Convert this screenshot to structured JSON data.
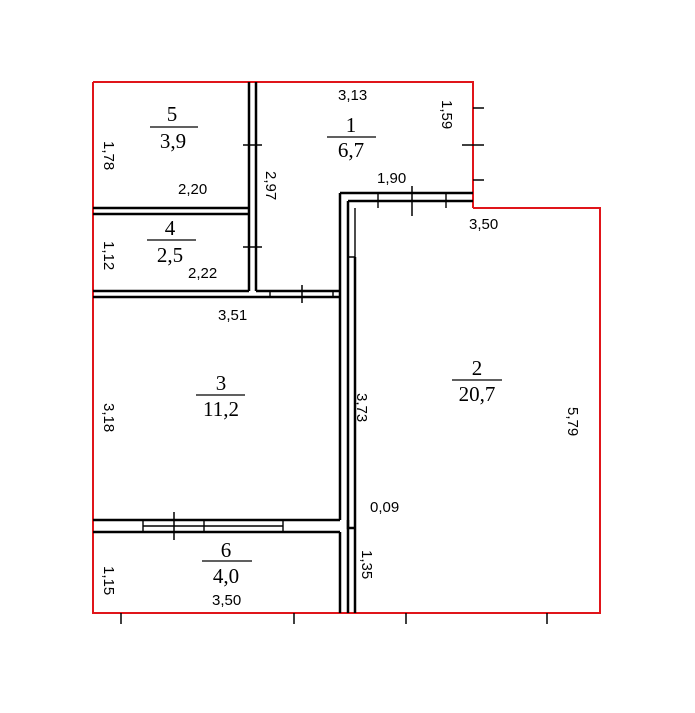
{
  "rooms": [
    {
      "number": "1",
      "area": "6,7"
    },
    {
      "number": "2",
      "area": "20,7"
    },
    {
      "number": "3",
      "area": "11,2"
    },
    {
      "number": "4",
      "area": "2,5"
    },
    {
      "number": "5",
      "area": "3,9"
    },
    {
      "number": "6",
      "area": "4,0"
    }
  ],
  "dimensions": {
    "room1_top": "3,13",
    "room1_right": "1,59",
    "room1_left": "2,97",
    "corridor_top": "1,90",
    "room2_top": "3,50",
    "room2_left": "3,73",
    "room2_right": "5,79",
    "room2_gap": "0,09",
    "room2_bottom_left": "1,35",
    "room5_left": "1,78",
    "room5_bottom": "2,20",
    "room4_left": "1,12",
    "room4_bottom": "2,22",
    "room3_top": "3,51",
    "room3_left": "3,18",
    "room6_left": "1,15",
    "room6_bottom": "3,50"
  },
  "colors": {
    "boundary": "#e0151a",
    "walls": "#000000"
  }
}
